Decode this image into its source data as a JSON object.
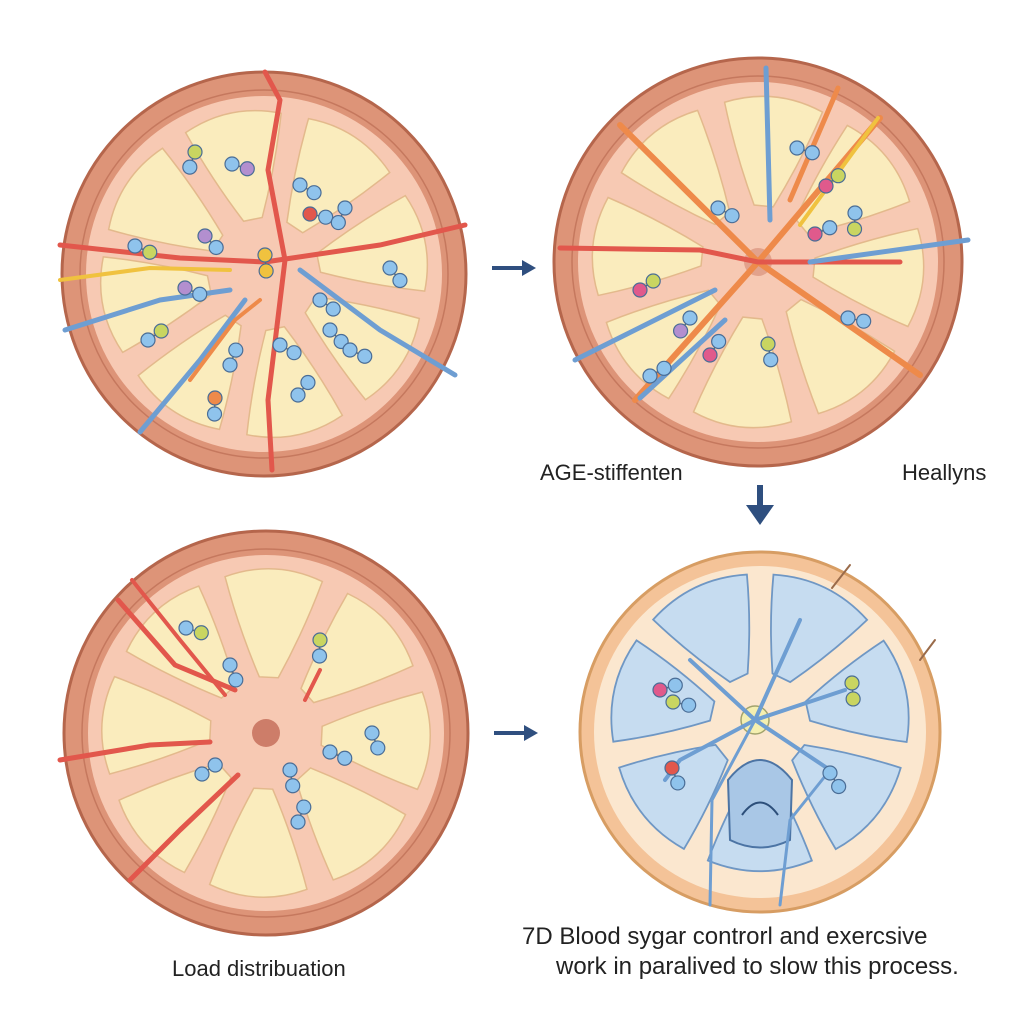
{
  "labels": {
    "age_stiffen": "AGE-stiffenten",
    "healthy": "Heallyns",
    "load": "Load distribuation",
    "blood_line1": "7D Blood sygar controrl and exercsive",
    "blood_line2": "work in paralived to slow this process."
  },
  "palette": {
    "rim": "#dd9478",
    "rim_outline": "#b5664c",
    "core": "#f7c9b3",
    "lobe": "#faecbd",
    "vessel_red": "#e2574c",
    "vessel_orange": "#ee8a4a",
    "vessel_blue": "#6e9ed2",
    "vessel_yellow": "#f0c23f",
    "mol_blue": "#8fc3ec",
    "mol_pink": "#e05a8c",
    "mol_green": "#c9d561",
    "mol_purple": "#b38fcf",
    "healthy_rim": "#f4c398",
    "healthy_lobe": "#c6dcf0",
    "arrow": "#2f4f7f"
  }
}
